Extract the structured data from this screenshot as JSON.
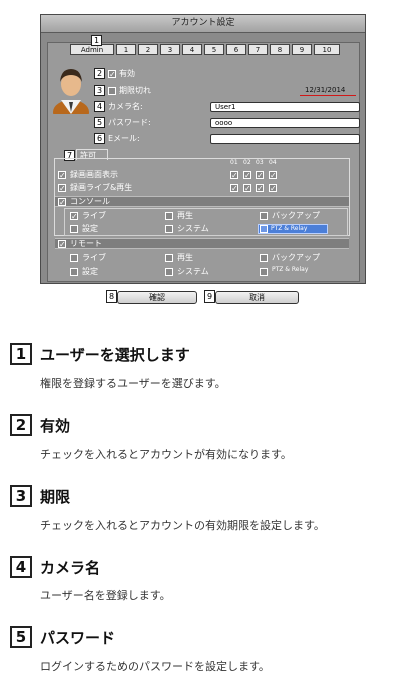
{
  "dialog": {
    "title": "アカウント設定",
    "user_tabs": [
      "Admin",
      "1",
      "2",
      "3",
      "4",
      "5",
      "6",
      "7",
      "8",
      "9",
      "10"
    ],
    "enabled_label": "有効",
    "enabled_checked": true,
    "expiry_label": "期限切れ",
    "expiry_checked": false,
    "expiry_date": "12/31/2014",
    "camera_name_label": "カメラ名:",
    "camera_name_value": "User1",
    "password_label": "パスワード:",
    "password_value": "oooo",
    "email_label": "Eメール:",
    "email_value": "",
    "permission_tab": "許可",
    "channel_headers": [
      "01",
      "02",
      "03",
      "04"
    ],
    "perm_rows": [
      {
        "label": "録画画面表示",
        "checked": true,
        "channels": [
          true,
          true,
          true,
          true
        ]
      },
      {
        "label": "録画ライブ&再生",
        "checked": true,
        "channels": [
          true,
          true,
          true,
          true
        ]
      }
    ],
    "console": {
      "label": "コンソール",
      "checked": true,
      "items": [
        {
          "label": "ライブ",
          "checked": true
        },
        {
          "label": "再生",
          "checked": false
        },
        {
          "label": "バックアップ",
          "checked": false
        },
        {
          "label": "設定",
          "checked": false
        },
        {
          "label": "システム",
          "checked": false
        },
        {
          "label": "PTZ & Relay",
          "checked": false
        }
      ]
    },
    "remote": {
      "label": "リモート",
      "checked": true,
      "items": [
        {
          "label": "ライブ",
          "checked": false
        },
        {
          "label": "再生",
          "checked": false
        },
        {
          "label": "バックアップ",
          "checked": false
        },
        {
          "label": "設定",
          "checked": false
        },
        {
          "label": "システム",
          "checked": false
        },
        {
          "label": "PTZ & Relay",
          "checked": false
        }
      ]
    },
    "confirm_button": "確認",
    "cancel_button": "取消"
  },
  "callouts": [
    "1",
    "2",
    "3",
    "4",
    "5",
    "6",
    "7",
    "8",
    "9"
  ],
  "descriptions": [
    {
      "num": "1",
      "title": "ユーザーを選択します",
      "text": "権限を登録するユーザーを選びます。"
    },
    {
      "num": "2",
      "title": "有効",
      "text": "チェックを入れるとアカウントが有効になります。"
    },
    {
      "num": "3",
      "title": "期限",
      "text": "チェックを入れるとアカウントの有効期限を設定します。"
    },
    {
      "num": "4",
      "title": "カメラ名",
      "text": "ユーザー名を登録します。"
    },
    {
      "num": "5",
      "title": "パスワード",
      "text": "ログインするためのパスワードを設定します。"
    }
  ],
  "colors": {
    "panel": "#9a9a9a",
    "ptz_highlight": "#4c7fd8",
    "expiry_underline": "#d01818"
  }
}
